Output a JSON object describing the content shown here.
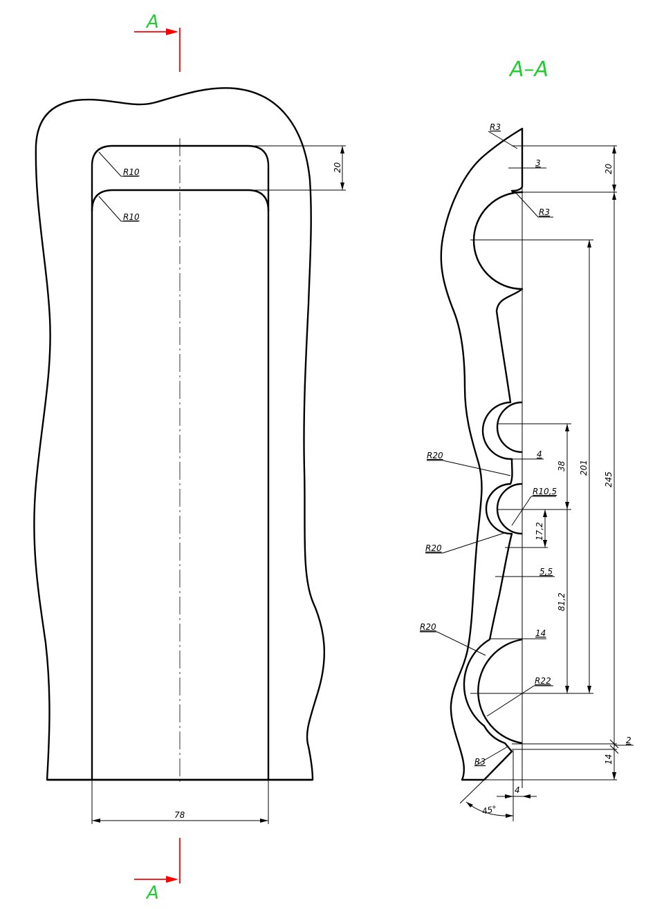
{
  "labels": {
    "section_mark": "A",
    "section_title": "A–A"
  },
  "front_view": {
    "radius_top": "R10",
    "radius_second": "R10",
    "dim_top_band": "20",
    "dim_width": "78"
  },
  "section_view": {
    "r_top_outer": "R3",
    "r_top_inner": "R3",
    "dim_lip_width": "3",
    "dim_top_band": "20",
    "dim_total_height": "245",
    "dim_upper_groove": "201",
    "dim_groove_gap": "38",
    "dim_step_4": "4",
    "r_mid_left": "R20",
    "r_mid_right": "R10,5",
    "dim_mid_height": "17,2",
    "r_lower_left": "R20",
    "dim_step_5_5": "5,5",
    "dim_lower_span": "81,2",
    "r_bottom_left": "R20",
    "dim_step_14": "14",
    "r_bottom_groove": "R22",
    "dim_bottom_2": "2",
    "dim_bottom_14": "14",
    "r_bottom_corner": "R3",
    "dim_bottom_4": "4",
    "angle_chamfer": "45°"
  },
  "colors": {
    "section_arrows": "#ff0000",
    "section_labels": "#22cc33",
    "lines": "#000000"
  }
}
